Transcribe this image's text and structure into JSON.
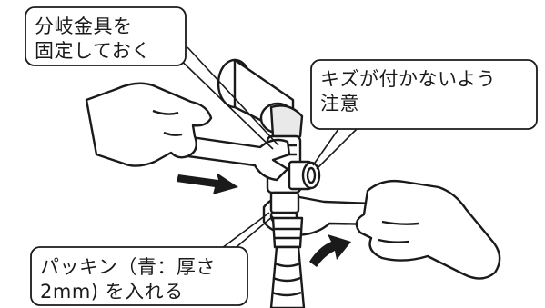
{
  "callouts": {
    "fix_fitting": {
      "line1": "分岐金具を",
      "line2": "固定しておく"
    },
    "no_scratch": {
      "line1": "キズが付かないよう",
      "line2": "注意"
    },
    "packing": {
      "line1": "パッキン（青：厚さ",
      "line2": "2mm) を入れる"
    }
  },
  "colors": {
    "ink": "#1a1a1a",
    "paper": "#ffffff",
    "shade": "#e9e9e9"
  }
}
